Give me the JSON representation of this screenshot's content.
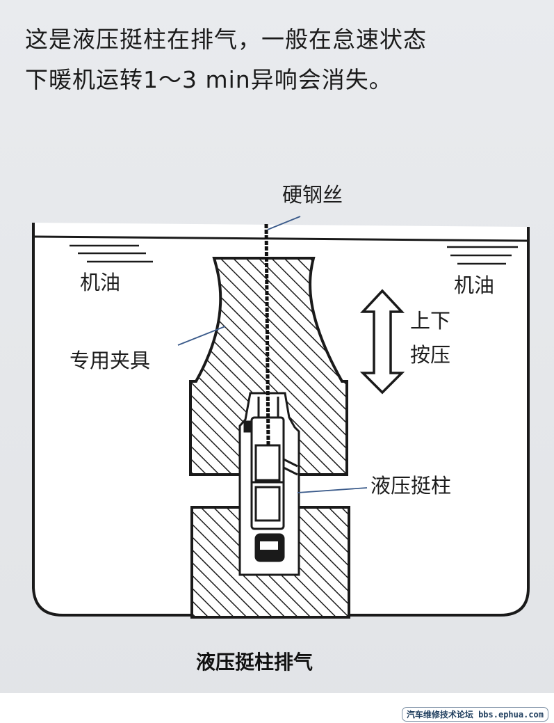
{
  "paragraph": {
    "line1": "这是液压挺柱在排气，一般在怠速状态",
    "line2": "下暖机运转1～3 min异响会消失。"
  },
  "labels": {
    "steel_wire": "硬钢丝",
    "oil_left": "机油",
    "oil_right": "机油",
    "fixture": "专用夹具",
    "press_line1": "上下",
    "press_line2": "按压",
    "lifter": "液压挺柱"
  },
  "caption": "液压挺柱排气",
  "watermark": "汽车维修技术论坛 bbs.ephua.com",
  "colors": {
    "ink": "#1a1a1a",
    "leader_line": "#3a5a8a",
    "watermark_text": "#1f3e5e"
  }
}
